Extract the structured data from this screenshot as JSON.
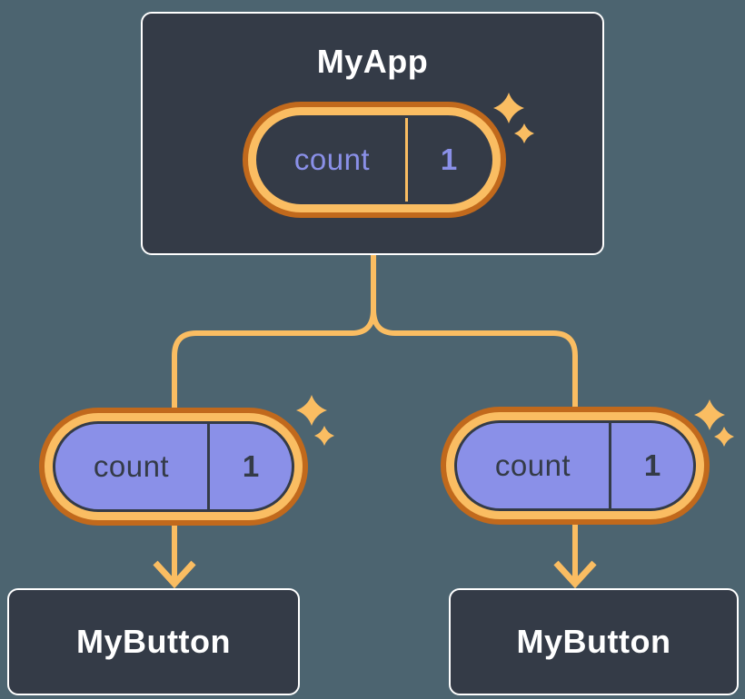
{
  "diagram": {
    "root": {
      "title": "MyApp",
      "state_pill": {
        "label": "count",
        "value": "1"
      }
    },
    "children": [
      {
        "title": "MyButton",
        "prop_pill": {
          "label": "count",
          "value": "1"
        }
      },
      {
        "title": "MyButton",
        "prop_pill": {
          "label": "count",
          "value": "1"
        }
      }
    ]
  },
  "icons": {
    "sparkle": "sparkle-icon",
    "arrow": "arrow-down-icon"
  },
  "colors": {
    "background": "#4C6470",
    "card_fill": "#343B47",
    "card_border": "#FFFFFF",
    "pill_ring_outer": "#C1691C",
    "pill_ring_inner": "#FABD62",
    "props_pill_fill": "#8A90E8",
    "state_text": "#8A90E8",
    "props_text": "#343B47",
    "connector": "#FABD62",
    "title_text": "#FFFFFF"
  }
}
